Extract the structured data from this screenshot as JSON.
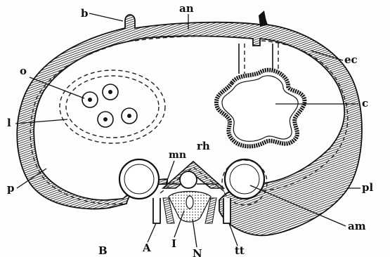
{
  "labels": {
    "b": "b",
    "an_top": "an",
    "ec": "ec",
    "o": "o",
    "c": "c",
    "l_left": "l",
    "mn": "mn",
    "rh": "rh",
    "p": "p",
    "pl": "pl",
    "am": "am",
    "B": "B",
    "A": "A",
    "I": "I",
    "N": "N",
    "tt": "tt"
  }
}
